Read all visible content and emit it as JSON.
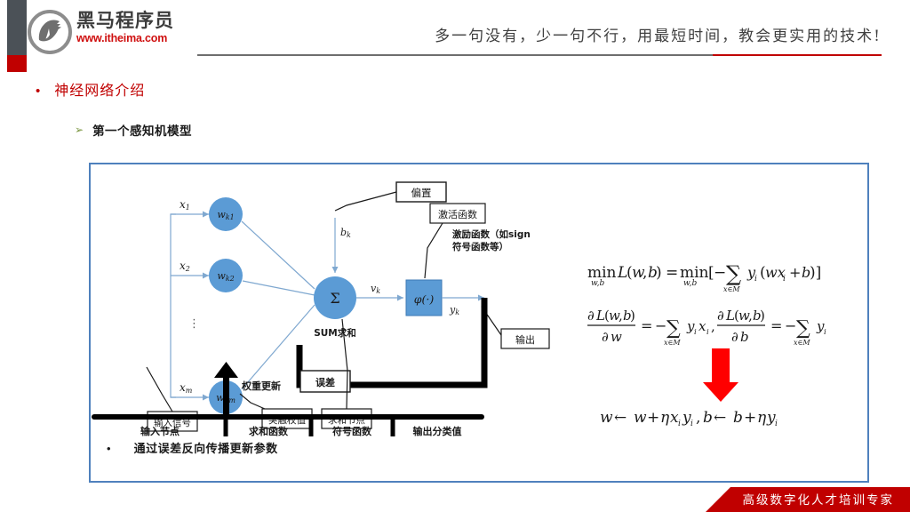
{
  "header": {
    "logo_cn": "黑马程序员",
    "logo_url": "www.itheima.com",
    "tagline": "多一句没有，少一句不行，用最短时间，教会更实用的技术!"
  },
  "headings": {
    "level1_bullet": "•",
    "level1": "神经网络介绍",
    "level2_arrow": "➢",
    "level2": "第一个感知机模型"
  },
  "diagram": {
    "inputs": [
      "x₁",
      "x₂",
      "xₘ"
    ],
    "ellipsis": "⋮",
    "weights": [
      "w",
      "w",
      "w"
    ],
    "weight_subs": [
      "k1",
      "k2",
      "km"
    ],
    "sum_symbol": "Σ",
    "sum_caption": "SUM求和",
    "bias_label": "b",
    "bias_sub": "k",
    "bias_box": "偏置",
    "v_label": "v",
    "v_sub": "k",
    "activation_symbol": "φ(·)",
    "activation_box": "激活函数",
    "activation_note_line1": "激励函数（如sign",
    "activation_note_line2": "符号函数等）",
    "y_label": "y",
    "y_sub": "k",
    "output_box": "输出",
    "input_signal_box": "输入信号",
    "synapse_weight_box": "突触权值",
    "sum_node_box": "求和节点",
    "weight_update_label": "权重更新",
    "error_box": "误差",
    "bottom_sections": [
      "输入节点",
      "求和函数",
      "符号函数",
      "输出分类值"
    ]
  },
  "math": {
    "formula1": "min_{w,b} L(w,b) = min_{w,b}[ -∑_{x∈M} y_i (w x_i + b) ]",
    "formula2": "∂L(w,b)/∂w = -∑_{x∈M} y_i x_i ,  ∂L(w,b)/∂b = -∑_{x∈M} y_i",
    "formula3": "w ← w + η x_i y_i , b ← b + η y_i",
    "parts": {
      "min": "min",
      "wb": "w,b",
      "L_wb": "L(w,b)",
      "eq": "=",
      "bracket_open": "[",
      "bracket_close": "]",
      "minus": "−",
      "sigma": "∑",
      "x_in_M": "x∈M",
      "y_i": "y",
      "sub_i": "i",
      "w_x_i_b": "(wx",
      "plus_b": "+ b)",
      "partial": "∂",
      "dL": "∂L(w,b)",
      "dw": "∂w",
      "db": "∂b",
      "comma": ",",
      "arrow": "←",
      "eta": "η",
      "w": "w",
      "b": "b",
      "x": "x",
      "y": "y"
    }
  },
  "box_bullet": {
    "dot": "•",
    "text": "通过误差反向传播更新参数"
  },
  "footer": {
    "text": "高级数字化人才培训专家"
  },
  "colors": {
    "brand_red": "#c00000",
    "logo_url_red": "#cf1010",
    "heading_red": "#c00000",
    "frame_blue": "#4f81bd",
    "node_blue": "#5b9bd5",
    "arrow_red": "#ff0000",
    "green_arrow": "#77933c",
    "header_gray": "#4b5157"
  }
}
